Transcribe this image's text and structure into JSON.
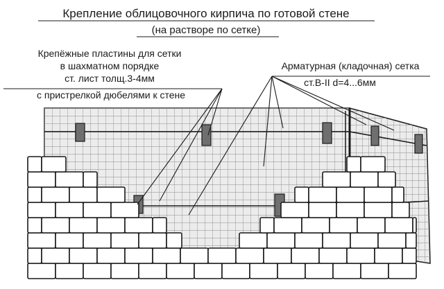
{
  "title": {
    "line1": "Крепление облицовочного кирпича по готовой стене",
    "line2": "(на растворе по сетке)"
  },
  "labels": {
    "plates": [
      "Крепёжные пластины для сетки",
      "в шахматном порядке",
      "ст. лист толщ.3-4мм",
      "с пристрелкой дюбелями к стене"
    ],
    "mesh": [
      "Арматурная (кладочная) сетка",
      "ст.В-II d=4...6мм"
    ]
  },
  "colors": {
    "line": "#1a1a1a",
    "grid": "#8a8a8a",
    "wall_bg": "#e6e6e6",
    "brick": "#ffffff",
    "plate": "#6f6f6f"
  }
}
